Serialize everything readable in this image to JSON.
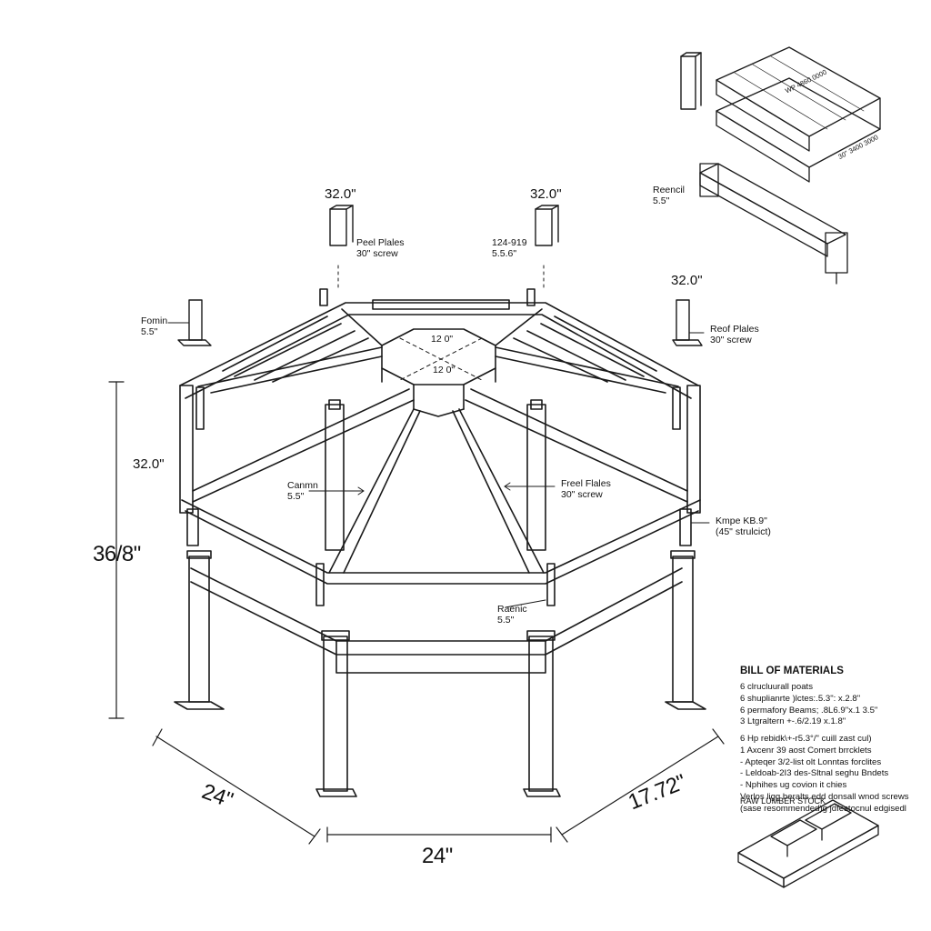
{
  "labels": {
    "top_left_height": "32.0\"",
    "top_right_height": "32.0\"",
    "post_plates_note": [
      "Peel Plales",
      "30\" screw"
    ],
    "right_note_top": "124-919",
    "right_note_bottom": "5.5.6\"",
    "left_post_note": [
      "Fomin",
      "5.5\""
    ],
    "right_post_height": "32.0\"",
    "right_post_note": [
      "Reof Plales",
      "30\" screw"
    ],
    "beam_note": [
      "Reencil",
      "5.5\""
    ],
    "hub_top": "12 0\"",
    "hub_bottom": "12 0\"",
    "side_height": "32.0\"",
    "overall_height": "36/8\"",
    "center_left_note": [
      "Canmn",
      "5.5\""
    ],
    "center_right_note": [
      "Freel Flales",
      "30\" screw"
    ],
    "knee_note": [
      "Kmpe KB.9\"",
      "(45\" strulcict)"
    ],
    "bottom_center_note": [
      "Raenic",
      "5.5\""
    ],
    "dim_left": "24\"",
    "dim_bottom": "24\"",
    "dim_right": "17.72\"",
    "lumber_top": "WP 4860 0000",
    "lumber_side": "30\" 3400 3000"
  },
  "bom": {
    "title": "BILL OF MATERIALS",
    "lines": [
      "6  clrucluurall poats",
      "6  shuplianrte )lctes:.5.3\": x.2.8\"",
      "6  permafory Beams; .8L6.9\"x.1 3.5\"",
      "3  Ltgraltern +-.6/2.19  x.1.8\"",
      "",
      "6  Hp rebidk\\+-r5.3°/\" cuill zast cul)",
      "1  Axcenr 39 aost Comert brrcklets",
      "- Apteqer 3/2-list olt Lonntas forclites",
      "- Leldoab-2I3 des-Sltnal seghu Bndets",
      "- Nphihes ug covion it chies",
      "  Verlos ligg beralts edd donsall wnod screws",
      "  (sase resommended)g jdfestocnul edgisedl"
    ],
    "footer": "RAW LUMBER STOCK"
  },
  "colors": {
    "ink": "#1a1a1a",
    "paper": "#ffffff"
  }
}
